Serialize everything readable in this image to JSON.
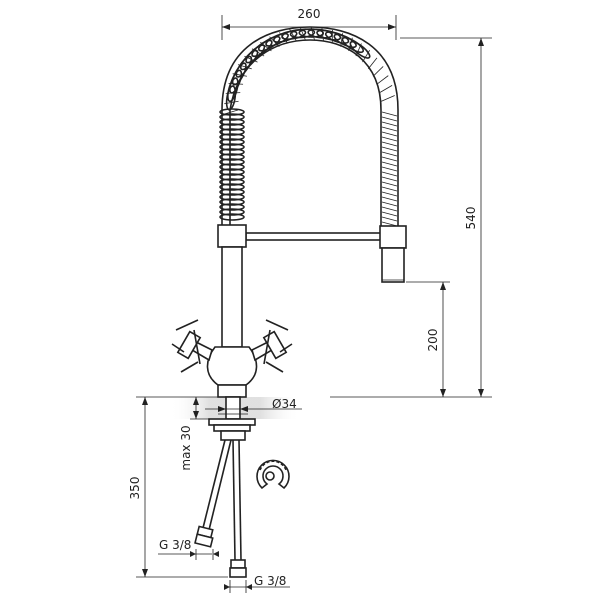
{
  "dimensions": {
    "width_top": "260",
    "height_total": "540",
    "height_spout": "200",
    "diameter_base": "Ø34",
    "max_thickness": "max 30",
    "hose_length": "350",
    "thread_left": "G 3/8",
    "thread_right": "G 3/8"
  },
  "colors": {
    "line": "#222222",
    "counter_shade": "#d9d9d9"
  }
}
